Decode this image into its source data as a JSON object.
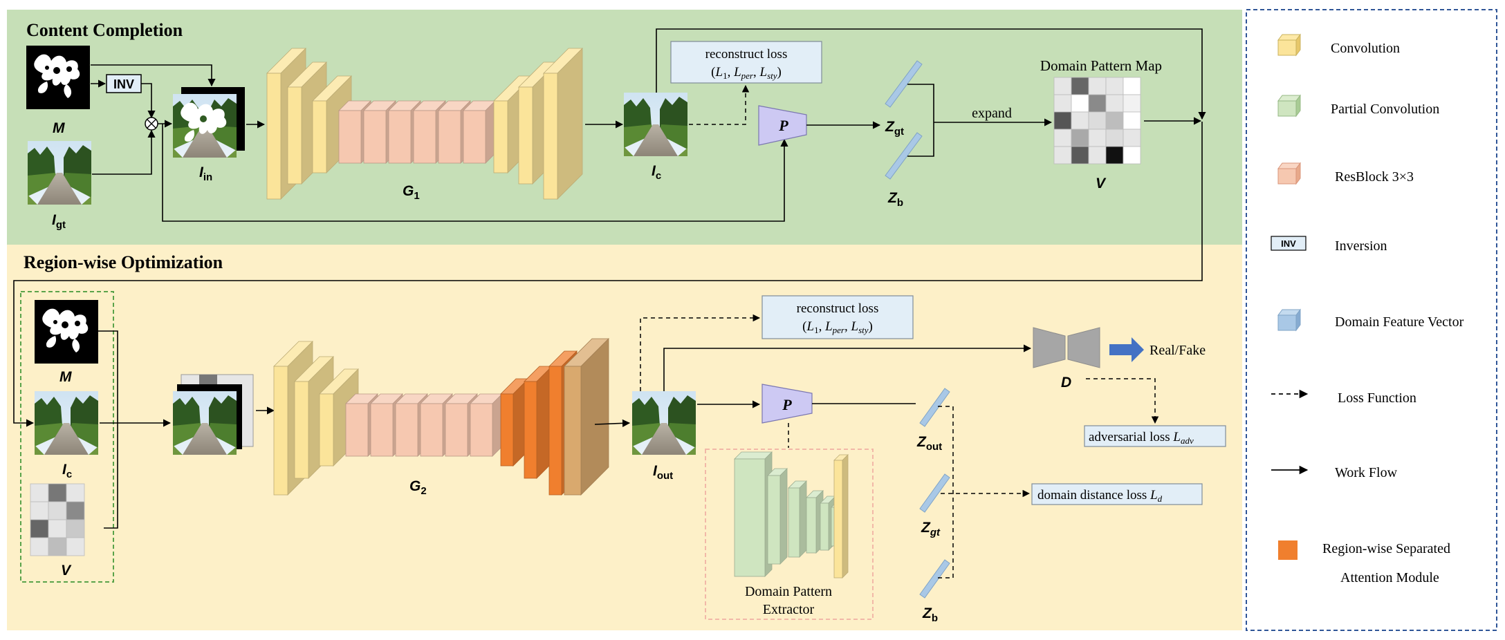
{
  "sections": {
    "top_title": "Content Completion",
    "bottom_title": "Region-wise Optimization"
  },
  "labels": {
    "M": "M",
    "I": "I",
    "gt": "gt",
    "in": "in",
    "c": "c",
    "out": "out",
    "G": "G",
    "one": "1",
    "two": "2",
    "P": "P",
    "Z": "Z",
    "b": "b",
    "V": "V",
    "D": "D",
    "inv": "INV",
    "expand": "expand",
    "domain_pattern_map": "Domain Pattern Map",
    "real_fake": "Real/Fake",
    "extractor_line1": "Domain Pattern",
    "extractor_line2": "Extractor"
  },
  "losses": {
    "reconstruct": "reconstruct loss",
    "L": "L",
    "sub1": "1",
    "per": "per",
    "sty": "sty",
    "adversarial": "adversarial loss ",
    "adv": "adv",
    "domain_distance": "domain distance loss ",
    "d": "d"
  },
  "legend": [
    {
      "label": "Convolution",
      "color": "#fbe49a"
    },
    {
      "label": "Partial Convolution",
      "color": "#cfe5c0"
    },
    {
      "label": "ResBlock 3×3",
      "color": "#f6c8b0"
    },
    {
      "label": "Inversion",
      "icon_text": "INV"
    },
    {
      "label": "Domain Feature Vector",
      "color": "#a9c8e6"
    },
    {
      "label": "Loss Function"
    },
    {
      "label": "Work Flow"
    },
    {
      "label": "Region-wise Separated",
      "label2": "Attention Module",
      "color": "#f07f2e"
    }
  ],
  "colors": {
    "top_bg": "#c6dfb7",
    "bottom_bg": "#fdf0c8",
    "conv": "#fbe49a",
    "resblock": "#f6c8b0",
    "attention": "#f07f2e",
    "partial_conv": "#cfe5c0",
    "feature_vector": "#a9c8e6",
    "projector": "#cdc9f3",
    "discriminator": "#a6a6a6",
    "loss_box": "#e2eef7"
  },
  "domain_pattern_map": {
    "cells": [
      [
        "#e6e6e6",
        "#666666",
        "#e6e6e6",
        "#e6e6e6",
        "#ffffff"
      ],
      [
        "#e6e6e6",
        "#ffffff",
        "#8a8a8a",
        "#e6e6e6",
        "#f2f2f2"
      ],
      [
        "#555555",
        "#e6e6e6",
        "#dcdcdc",
        "#bdbdbd",
        "#ffffff"
      ],
      [
        "#e6e6e6",
        "#a9a9a9",
        "#e6e6e6",
        "#dcdcdc",
        "#e6e6e6"
      ],
      [
        "#e6e6e6",
        "#5a5a5a",
        "#e6e6e6",
        "#111111",
        "#ffffff"
      ]
    ]
  },
  "small_pattern_map": {
    "cells": [
      [
        "#e6e6e6",
        "#777777",
        "#e6e6e6"
      ],
      [
        "#e6e6e6",
        "#dcdcdc",
        "#8a8a8a"
      ],
      [
        "#666666",
        "#e6e6e6",
        "#c9c9c9"
      ],
      [
        "#e6e6e6",
        "#bdbdbd",
        "#e6e6e6"
      ]
    ]
  }
}
